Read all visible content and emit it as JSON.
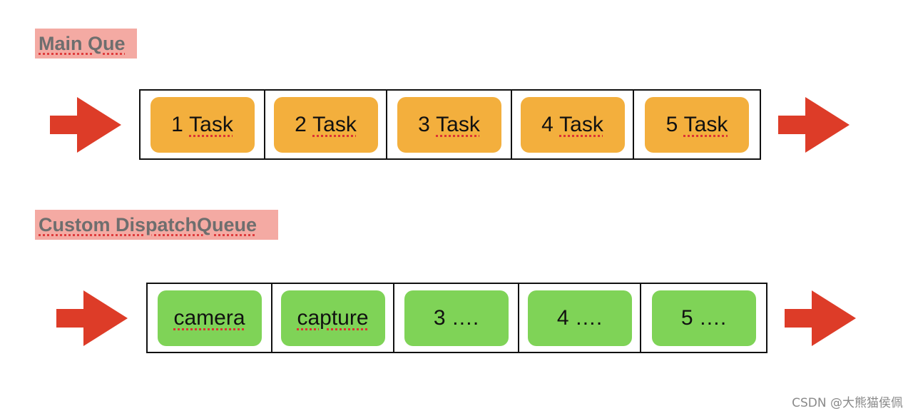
{
  "main_queue": {
    "title": "Main Que",
    "tasks": [
      {
        "num": "1",
        "word": "Task"
      },
      {
        "num": "2",
        "word": "Task"
      },
      {
        "num": "3",
        "word": "Task"
      },
      {
        "num": "4",
        "word": "Task"
      },
      {
        "num": "5",
        "word": "Task"
      }
    ],
    "task_color": "#f3af3d"
  },
  "custom_queue": {
    "title": "Custom DispatchQueue",
    "tasks": [
      {
        "label": "camera"
      },
      {
        "label": "capture"
      },
      {
        "label": "3 …."
      },
      {
        "label": "4 …."
      },
      {
        "label": "5 …."
      }
    ],
    "task_color": "#7fd357"
  },
  "colors": {
    "title_highlight": "#f4aaa3",
    "arrow": "#dd3c28",
    "border": "#111111"
  },
  "icons": [
    "arrow-right-icon"
  ],
  "watermark": "CSDN @大熊猫侯佩"
}
